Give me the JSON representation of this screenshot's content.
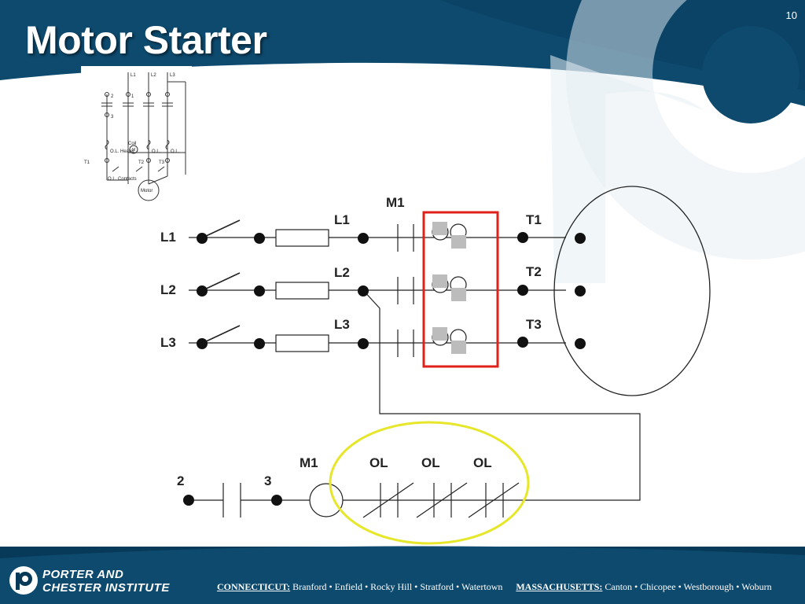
{
  "slide": {
    "title": "Motor Starter",
    "page_number": "10"
  },
  "reference_schematic": {
    "line_labels": [
      "L1",
      "L2",
      "L3"
    ],
    "contact_numbers": [
      "2",
      "1",
      "3"
    ],
    "coil_label": "Coil",
    "coil_symbol": "M",
    "ol_heater_label": "O.L. Heater",
    "ol_labels": [
      "O.L.",
      "O.L."
    ],
    "terminal_labels": [
      "T1",
      "T2",
      "T3"
    ],
    "ol_contacts_label": "O.L. Contacts",
    "motor_label": "Motor"
  },
  "power_circuit": {
    "contactor_label": "M1",
    "line_labels_left": [
      "L1",
      "L2",
      "L3"
    ],
    "line_labels_mid": [
      "L1",
      "L2",
      "L3"
    ],
    "terminal_labels": [
      "T1",
      "T2",
      "T3"
    ]
  },
  "control_circuit": {
    "left_terminal": "2",
    "right_terminal": "3",
    "coil_label": "M1",
    "overload_labels": [
      "OL",
      "OL",
      "OL"
    ]
  },
  "footer": {
    "brand_line1": "PORTER AND",
    "brand_line2": "CHESTER INSTITUTE",
    "ct_state": "CONNECTICUT:",
    "ct_towns": "Branford • Enfield • Rocky Hill • Stratford • Watertown",
    "ma_state": "MASSACHUSETTS:",
    "ma_towns": "Canton • Chicopee • Westborough • Woburn"
  },
  "colors": {
    "navy": "#0d4a6e",
    "navy_dark": "#073a58",
    "highlight_red": "#e0201b",
    "highlight_yellow": "#e6e62a"
  },
  "icons": [
    "porter-chester-logo-icon"
  ]
}
